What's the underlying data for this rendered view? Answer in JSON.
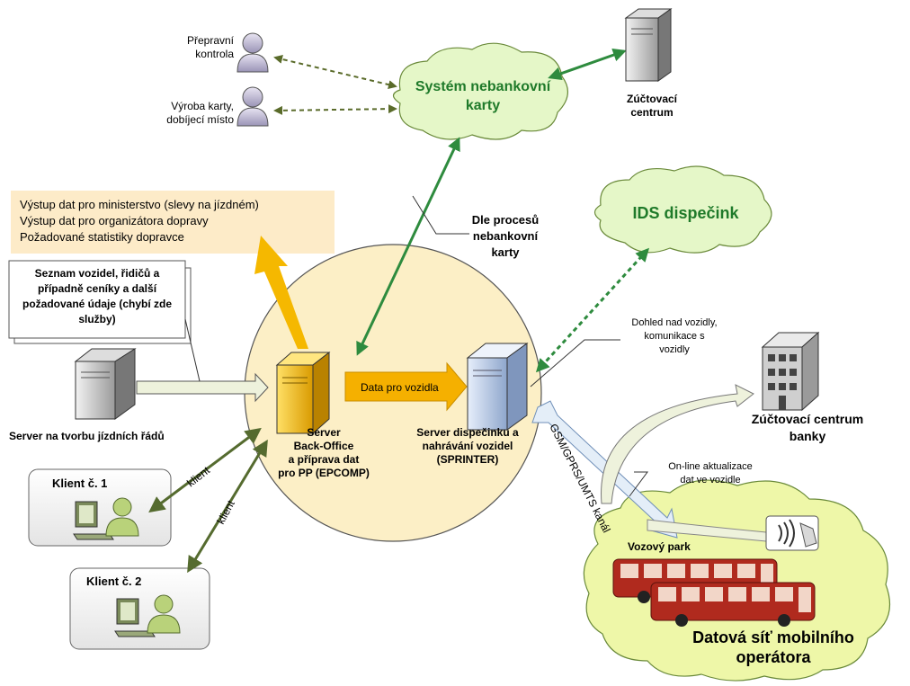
{
  "actors": {
    "transport_control": "Přepravní\nkontrola",
    "card_production": "Výroba karty,\ndobíjecí místo",
    "clearing_center": "Zúčtovací\ncentrum",
    "bank_clearing": "Zúčtovací centrum\nbanky",
    "timetable_server": "Server na tvorbu jízdních řádů"
  },
  "clouds": {
    "card_system": "Systém nebankovní\nkarty",
    "ids_dispatch": "IDS dispečink",
    "mobile_network": "Datová síť mobilního\noperátora"
  },
  "outputs": {
    "lines": [
      "Výstup dat pro ministerstvo (slevy na jízdném)",
      "Výstup dat pro organizátora dopravy",
      "Požadované statistiky dopravce"
    ]
  },
  "input_note": "Seznam vozidel, řidičů a případně ceníky a další požadované údaje (chybí zde služby)",
  "process_note": "Dle procesů\nnebankovní\nkarty",
  "supervision_note": "Dohled nad vozidly,\nkomunikace s\nvozidly",
  "online_note": "On-line aktualizace\ndat ve vozidle",
  "servers": {
    "back_office": "Server\nBack-Office\na příprava dat\npro PP (EPCOMP)",
    "dispatch": "Server dispečinku a\nnahrávání vozidel\n(SPRINTER)"
  },
  "arrows": {
    "data_for_vehicles": "Data pro vozidla",
    "gsm_channel": "GSM/GPRS/UMTS kanál",
    "client_label": "klient"
  },
  "clients": [
    {
      "label": "Klient č. 1"
    },
    {
      "label": "Klient č. 2"
    }
  ],
  "fleet": {
    "label": "Vozový park"
  },
  "colors": {
    "green_arrow": "#2e8b3e",
    "olive_arrow": "#5a6b2a",
    "orange_arrow": "#f5b800",
    "cloud_fill": "#e5f7c8",
    "circle_fill": "#fcefc6",
    "output_fill": "#fdebc8",
    "bus_red": "#b02a1e"
  }
}
